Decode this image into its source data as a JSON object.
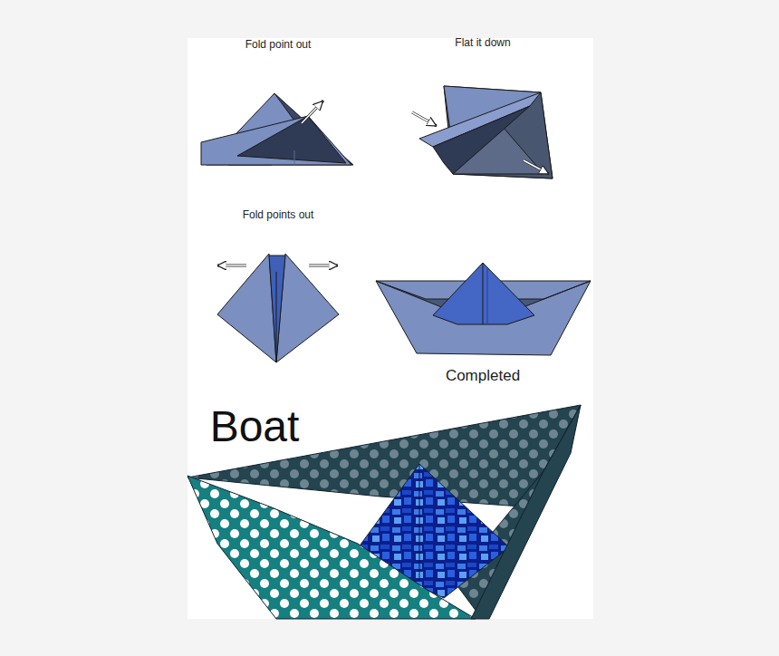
{
  "diagram": {
    "title": "Boat",
    "labels": [
      "Fold point out",
      "Flat it down",
      "Fold points out",
      "Completed"
    ]
  }
}
